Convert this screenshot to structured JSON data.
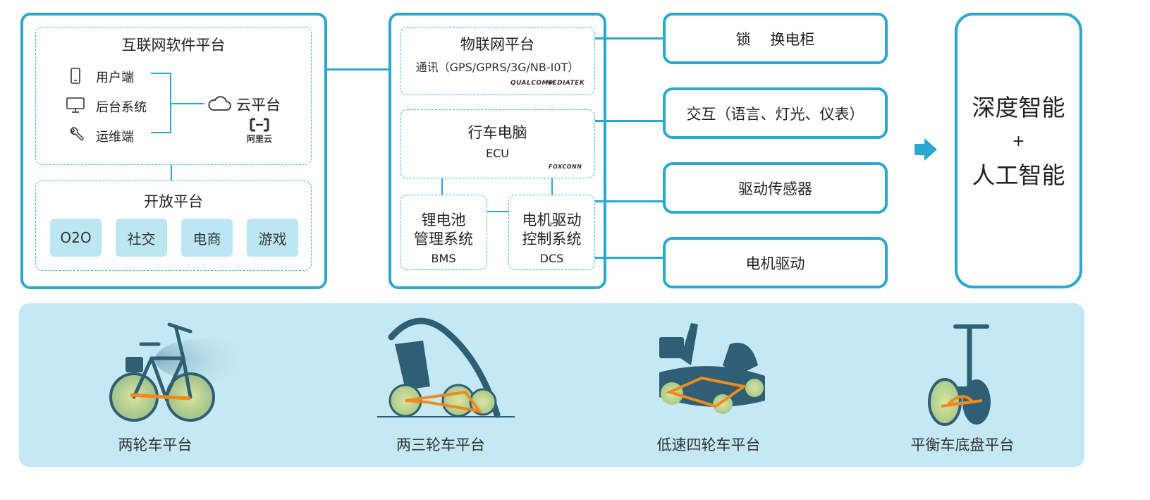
{
  "internet_platform": {
    "title": "互联网软件平台",
    "items": [
      {
        "label": "用户端",
        "icon": "phone-icon"
      },
      {
        "label": "后台系统",
        "icon": "monitor-icon"
      },
      {
        "label": "运维端",
        "icon": "wrench-icon"
      }
    ],
    "cloud_label": "云平台",
    "aliyun_logo": "阿里云"
  },
  "open_platform": {
    "title": "开放平台",
    "chips": [
      "O2O",
      "社交",
      "电商",
      "游戏"
    ]
  },
  "iot_platform": {
    "title": "物联网平台",
    "subtitle": "通讯（GPS/GPRS/3G/NB-I0T）",
    "logos": [
      "QUALCOMM",
      "MEDIATEK"
    ]
  },
  "ecu": {
    "title": "行车电脑",
    "subtitle": "ECU",
    "logo": "FOXCONN"
  },
  "bms": {
    "line1": "锂电池",
    "line2": "管理系统",
    "code": "BMS"
  },
  "dcs": {
    "line1": "电机驱动",
    "line2": "控制系统",
    "code": "DCS"
  },
  "right_boxes": [
    "锁　 换电柜",
    "交互（语言、灯光、仪表）",
    "驱动传感器",
    "电机驱动"
  ],
  "ai_box": {
    "line1": "深度智能",
    "plus": "+",
    "line2": "人工智能"
  },
  "vehicles": [
    "两轮车平台",
    "两三轮车平台",
    "低速四轮车平台",
    "平衡车底盘平台"
  ],
  "colors": {
    "accent": "#2aa8d0",
    "panel": "#c4e9f4",
    "chip": "#bde6f3",
    "vehicle_dark": "#2f5f74",
    "frame_orange": "#f08a1c",
    "wheel": "#c9d98a"
  }
}
